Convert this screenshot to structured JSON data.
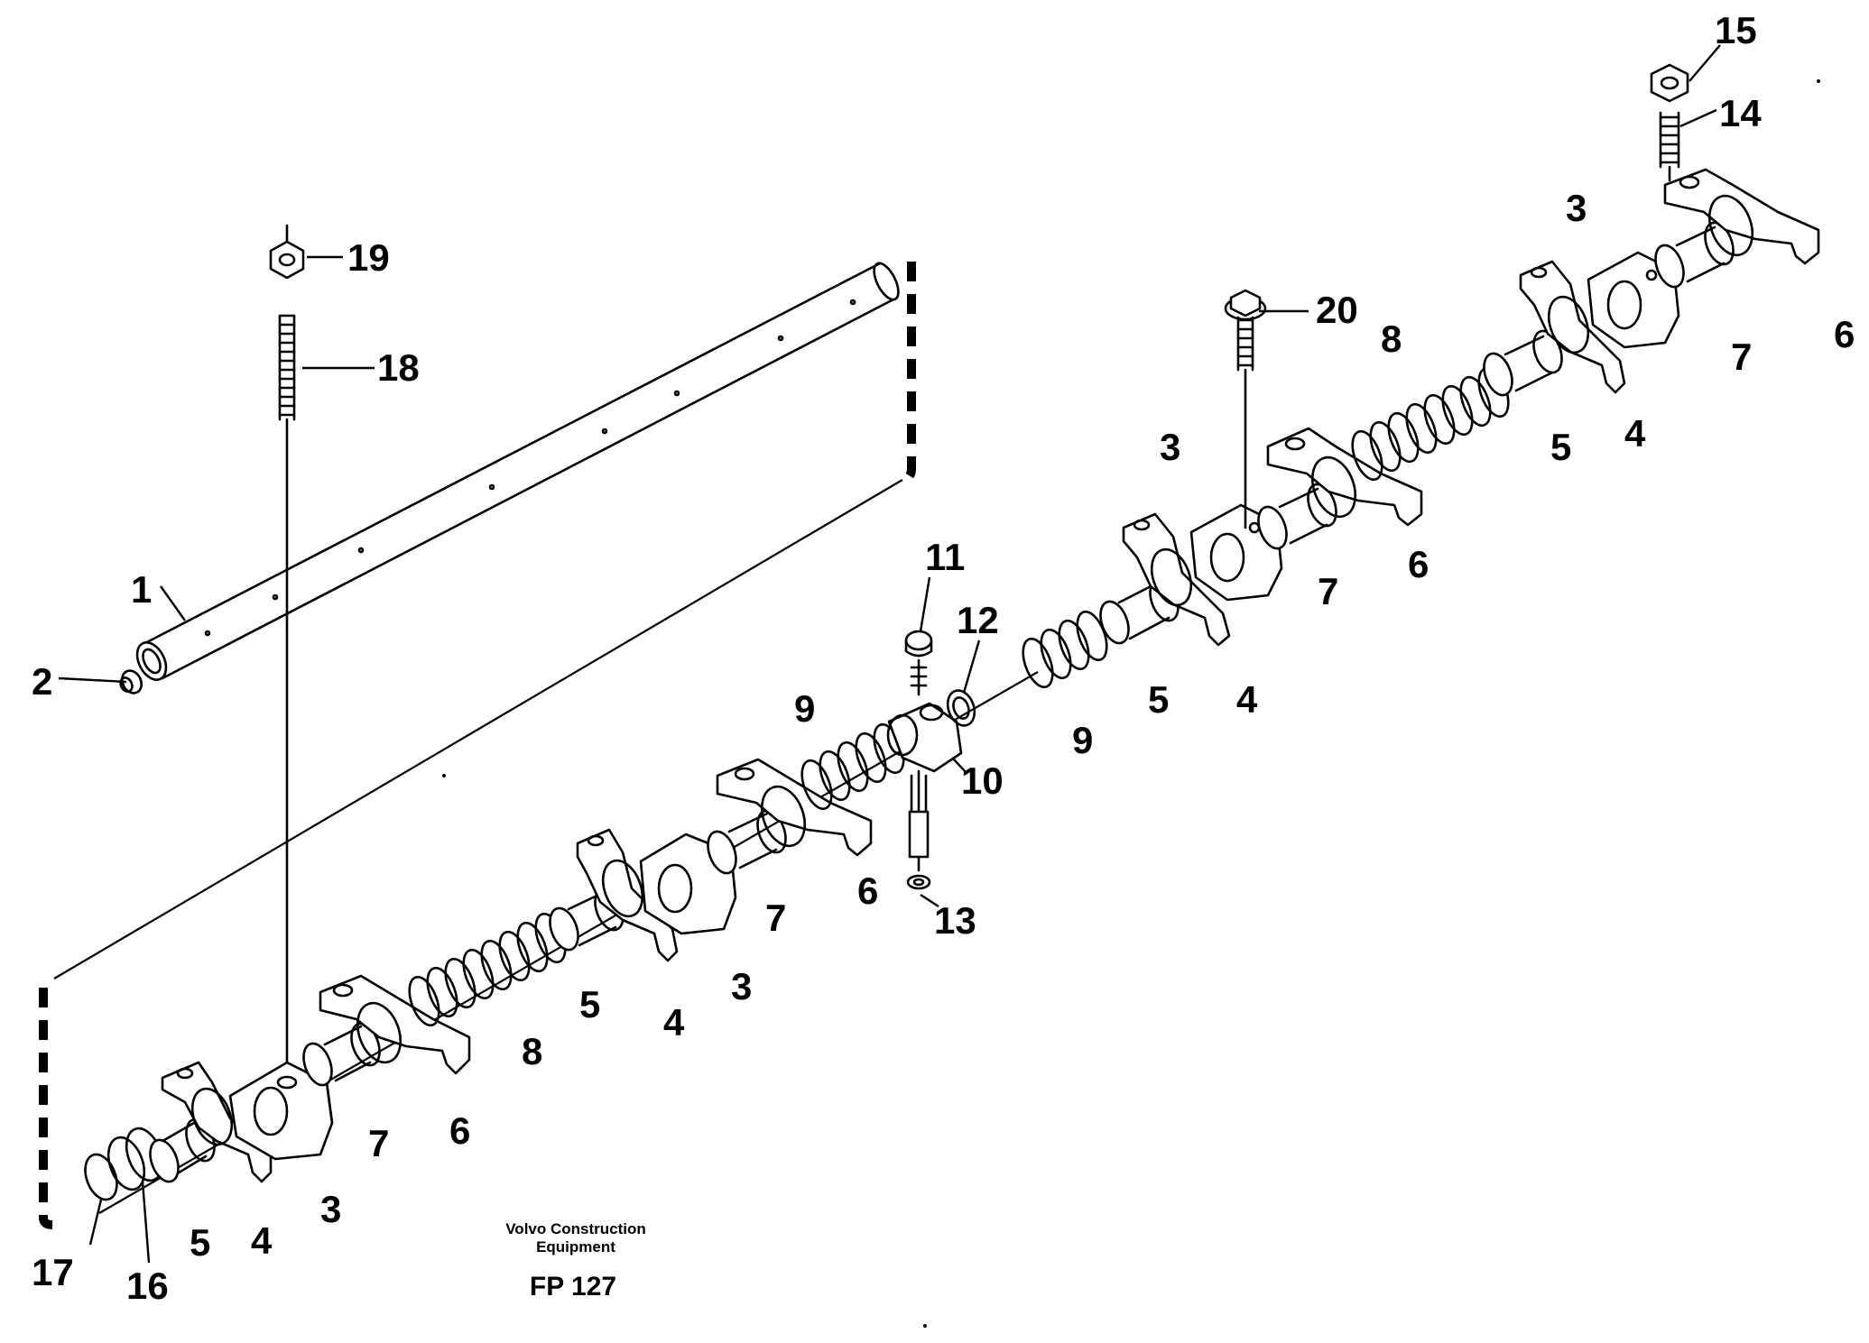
{
  "diagram": {
    "caption_line1": "Volvo Construction",
    "caption_line2": "Equipment",
    "figure_code": "FP 127"
  },
  "callouts": [
    {
      "id": "c1",
      "label": "1"
    },
    {
      "id": "c2",
      "label": "2"
    },
    {
      "id": "c3a",
      "label": "3"
    },
    {
      "id": "c3b",
      "label": "3"
    },
    {
      "id": "c3c",
      "label": "3"
    },
    {
      "id": "c3d",
      "label": "3"
    },
    {
      "id": "c4a",
      "label": "4"
    },
    {
      "id": "c4b",
      "label": "4"
    },
    {
      "id": "c4c",
      "label": "4"
    },
    {
      "id": "c4d",
      "label": "4"
    },
    {
      "id": "c5a",
      "label": "5"
    },
    {
      "id": "c5b",
      "label": "5"
    },
    {
      "id": "c5c",
      "label": "5"
    },
    {
      "id": "c5d",
      "label": "5"
    },
    {
      "id": "c6a",
      "label": "6"
    },
    {
      "id": "c6b",
      "label": "6"
    },
    {
      "id": "c6c",
      "label": "6"
    },
    {
      "id": "c6d",
      "label": "6"
    },
    {
      "id": "c7a",
      "label": "7"
    },
    {
      "id": "c7b",
      "label": "7"
    },
    {
      "id": "c7c",
      "label": "7"
    },
    {
      "id": "c7d",
      "label": "7"
    },
    {
      "id": "c8a",
      "label": "8"
    },
    {
      "id": "c8b",
      "label": "8"
    },
    {
      "id": "c9a",
      "label": "9"
    },
    {
      "id": "c9b",
      "label": "9"
    },
    {
      "id": "c10",
      "label": "10"
    },
    {
      "id": "c11",
      "label": "11"
    },
    {
      "id": "c12",
      "label": "12"
    },
    {
      "id": "c13",
      "label": "13"
    },
    {
      "id": "c14",
      "label": "14"
    },
    {
      "id": "c15",
      "label": "15"
    },
    {
      "id": "c16",
      "label": "16"
    },
    {
      "id": "c17",
      "label": "17"
    },
    {
      "id": "c18",
      "label": "18"
    },
    {
      "id": "c19",
      "label": "19"
    },
    {
      "id": "c20",
      "label": "20"
    }
  ]
}
